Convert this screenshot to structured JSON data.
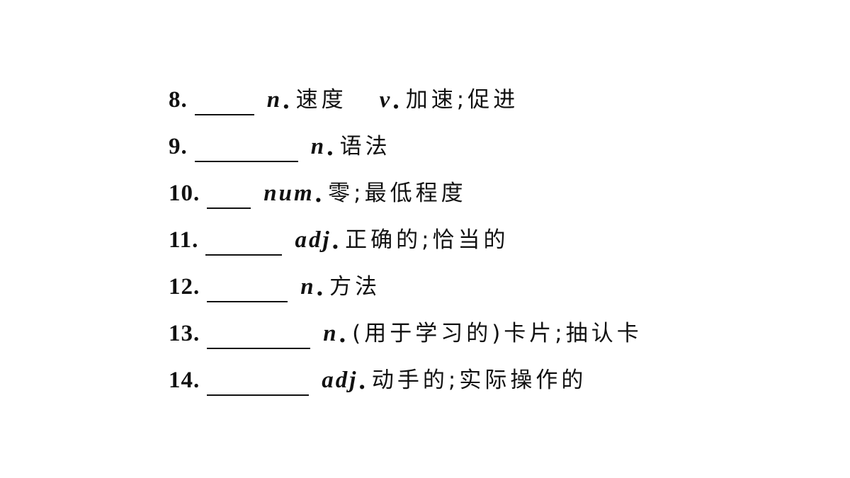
{
  "items": [
    {
      "number": "8.",
      "parts": [
        {
          "pos": "n",
          "meaning": "速度"
        },
        {
          "pos": "v",
          "meaning": "加速;促进"
        }
      ]
    },
    {
      "number": "9.",
      "parts": [
        {
          "pos": "n",
          "meaning": "语法"
        }
      ]
    },
    {
      "number": "10.",
      "parts": [
        {
          "pos": "num",
          "meaning": "零;最低程度"
        }
      ]
    },
    {
      "number": "11.",
      "parts": [
        {
          "pos": "adj",
          "meaning": "正确的;恰当的"
        }
      ]
    },
    {
      "number": "12.",
      "parts": [
        {
          "pos": "n",
          "meaning": "方法"
        }
      ]
    },
    {
      "number": "13.",
      "parts": [
        {
          "pos": "n",
          "meaning": "(用于学习的)卡片;抽认卡"
        }
      ]
    },
    {
      "number": "14.",
      "parts": [
        {
          "pos": "adj",
          "meaning": "动手的;实际操作的"
        }
      ]
    }
  ]
}
